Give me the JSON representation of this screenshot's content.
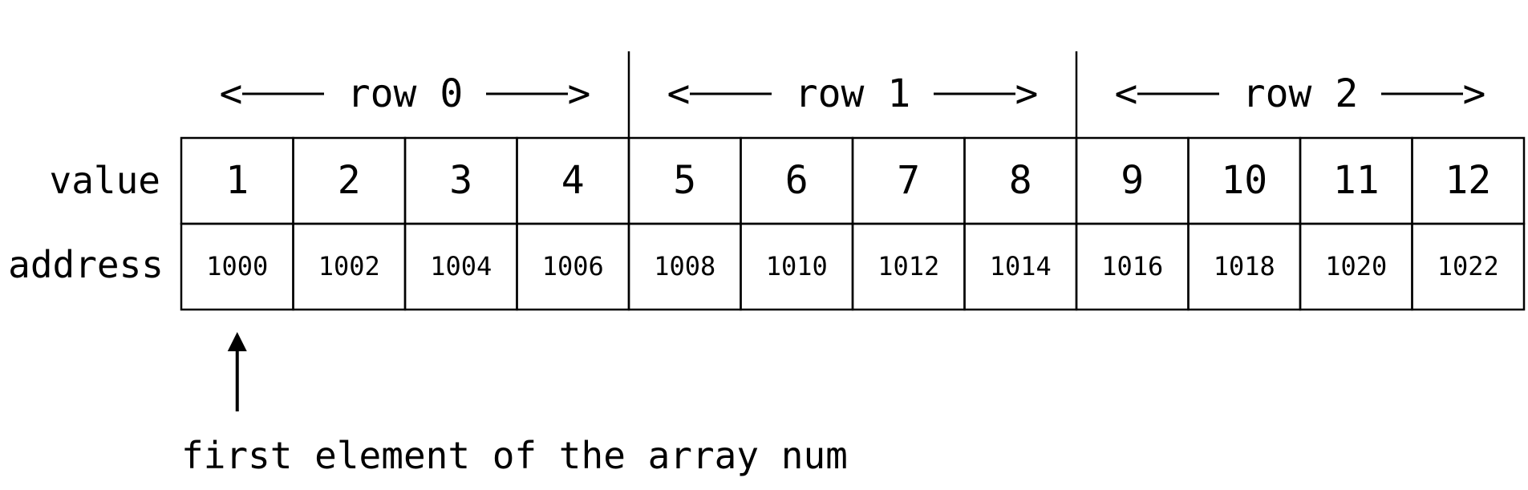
{
  "row_labels": {
    "value": "value",
    "address": "address"
  },
  "row_groups": [
    {
      "label": "row 0",
      "left_arrow": "<",
      "right_arrow": ">"
    },
    {
      "label": "row 1",
      "left_arrow": "<",
      "right_arrow": ">"
    },
    {
      "label": "row 2",
      "left_arrow": "<",
      "right_arrow": ">"
    }
  ],
  "cells": [
    {
      "value": "1",
      "address": "1000"
    },
    {
      "value": "2",
      "address": "1002"
    },
    {
      "value": "3",
      "address": "1004"
    },
    {
      "value": "4",
      "address": "1006"
    },
    {
      "value": "5",
      "address": "1008"
    },
    {
      "value": "6",
      "address": "1010"
    },
    {
      "value": "7",
      "address": "1012"
    },
    {
      "value": "8",
      "address": "1014"
    },
    {
      "value": "9",
      "address": "1016"
    },
    {
      "value": "10",
      "address": "1018"
    },
    {
      "value": "11",
      "address": "1020"
    },
    {
      "value": "12",
      "address": "1022"
    }
  ],
  "pointer": {
    "caption": "first element of the array num",
    "target_index": 0
  },
  "colors": {
    "ink": "#000000",
    "background": "#ffffff"
  }
}
